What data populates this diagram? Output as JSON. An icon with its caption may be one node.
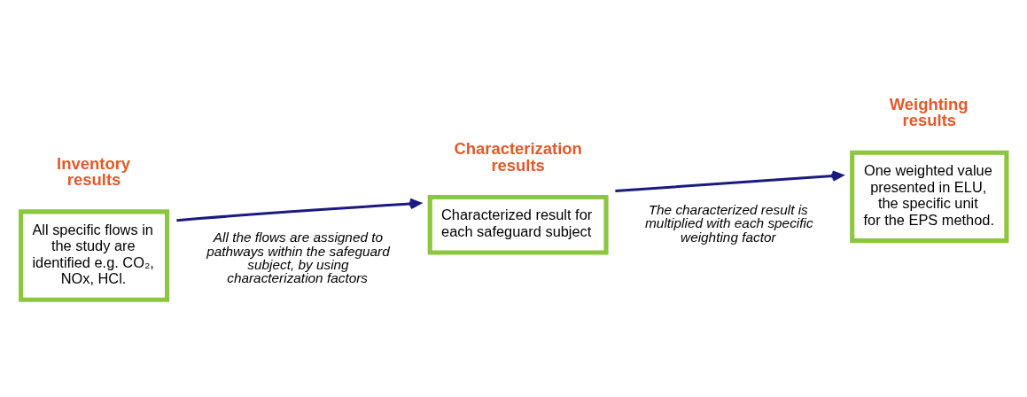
{
  "diagram": {
    "nodes": [
      {
        "text": [
          "Inventory results",
          "All specific flows in the study are identified e.g. CO₂, NOx, HCl."
        ]
      },
      {
        "text": [
          "Characterization results",
          "Characterized result for each safeguard subject"
        ]
      },
      {
        "text": [
          "Weighting results",
          "One weighted value presented in ELU, the specific unit for the EPS method."
        ]
      }
    ],
    "edges": [
      {
        "from": 0,
        "to": 1,
        "arrow": "to"
      },
      {
        "from": 1,
        "to": 2,
        "arrow": "to"
      }
    ],
    "labels": [
      "All the flows are assigned to pathways within the safeguard subject, by using characterization factors",
      "The characterized result is multiplied with each specific weighting factor"
    ]
  }
}
